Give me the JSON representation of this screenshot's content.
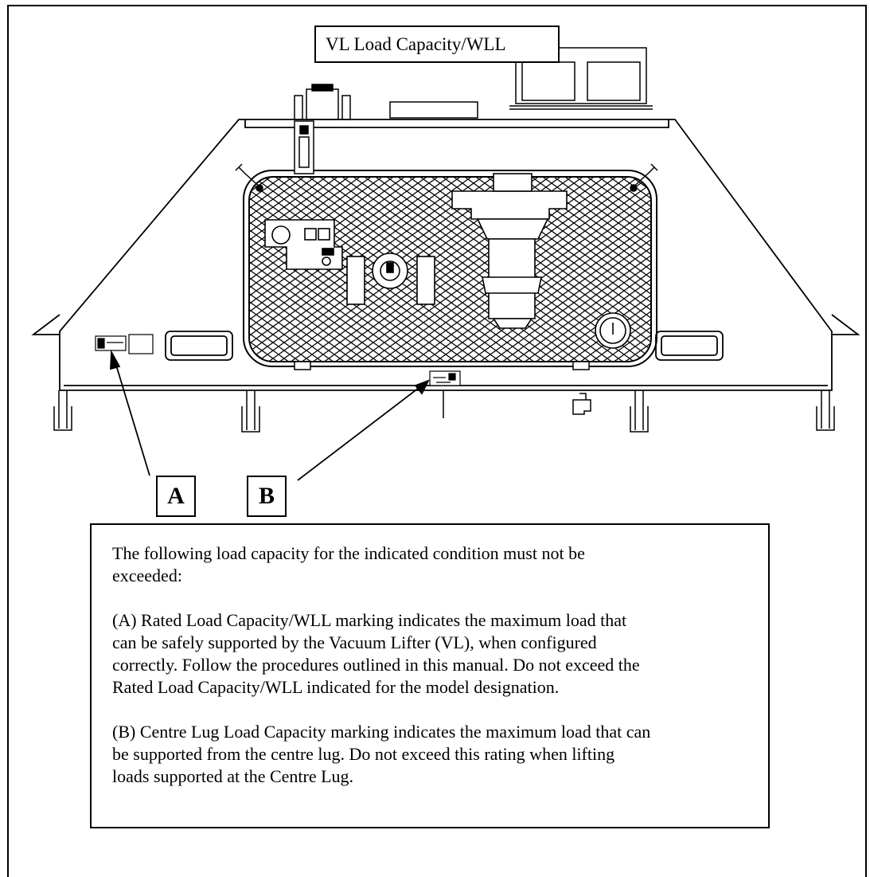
{
  "title": "VL Load Capacity/WLL",
  "callouts": {
    "a_label": "A",
    "b_label": "B"
  },
  "notes": {
    "intro": "The following load capacity for the indicated condition must not be\nexceeded:",
    "a_text": "(A) Rated Load Capacity/WLL marking indicates the maximum load that\ncan be safely supported by the Vacuum Lifter (VL), when configured\ncorrectly. Follow the procedures outlined in this manual. Do not exceed the\nRated Load Capacity/WLL indicated for the model designation.",
    "b_text": "(B) Centre Lug Load Capacity marking indicates the maximum load that can\nbe supported from the centre lug. Do not exceed this rating when lifting\nloads supported at the Centre Lug."
  }
}
